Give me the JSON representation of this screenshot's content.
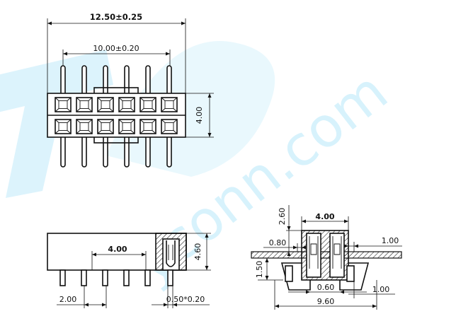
{
  "dimensions": {
    "overall_width": "12.50±0.25",
    "pin_span": "10.00±0.20",
    "body_height_top": "4.00",
    "side_mid": "4.00",
    "side_height": "4.60",
    "pitch": "2.00",
    "pin_size": "0.50*0.20",
    "cross_top": "4.00",
    "cross_offset": "2.60",
    "cross_left": "0.80",
    "cross_right": "1.00",
    "cross_depth": "1.50",
    "cross_gap": "0.60",
    "cross_small": "1.00",
    "cross_total": "9.60"
  },
  "watermark": "yconn.com",
  "colors": {
    "ink": "#111111",
    "watermark": "#d4f1fb"
  }
}
